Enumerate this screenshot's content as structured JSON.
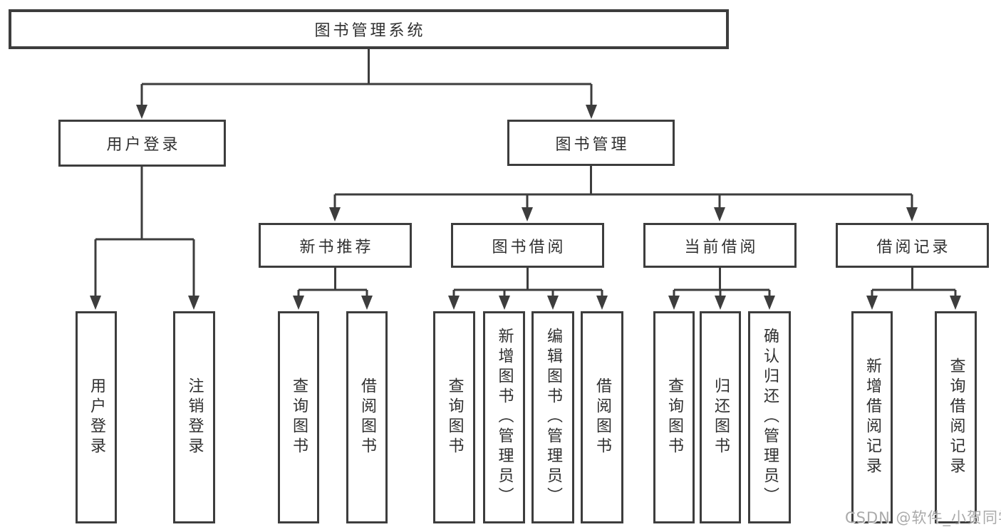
{
  "diagram": {
    "root": {
      "label": "图书管理系统"
    },
    "branches": [
      {
        "label": "用户登录",
        "children": [
          {
            "label": "用户登录"
          },
          {
            "label": "注销登录"
          }
        ]
      },
      {
        "label": "图书管理",
        "children": [
          {
            "label": "新书推荐",
            "children": [
              {
                "label": "查询图书"
              },
              {
                "label": "借阅图书"
              }
            ]
          },
          {
            "label": "图书借阅",
            "children": [
              {
                "label": "查询图书"
              },
              {
                "label": "新增图书（管理员）"
              },
              {
                "label": "编辑图书（管理员）"
              },
              {
                "label": "借阅图书"
              }
            ]
          },
          {
            "label": "当前借阅",
            "children": [
              {
                "label": "查询图书"
              },
              {
                "label": "归还图书"
              },
              {
                "label": "确认归还（管理员）"
              }
            ]
          },
          {
            "label": "借阅记录",
            "children": [
              {
                "label": "新增借阅记录"
              },
              {
                "label": "查询借阅记录"
              }
            ]
          }
        ]
      }
    ],
    "watermark": "CSDN @软件_小贺同学",
    "colors": {
      "line": "#3d3d3d",
      "text": "#303030",
      "watermark": "#a3a3a3",
      "background": "#ffffff"
    }
  }
}
